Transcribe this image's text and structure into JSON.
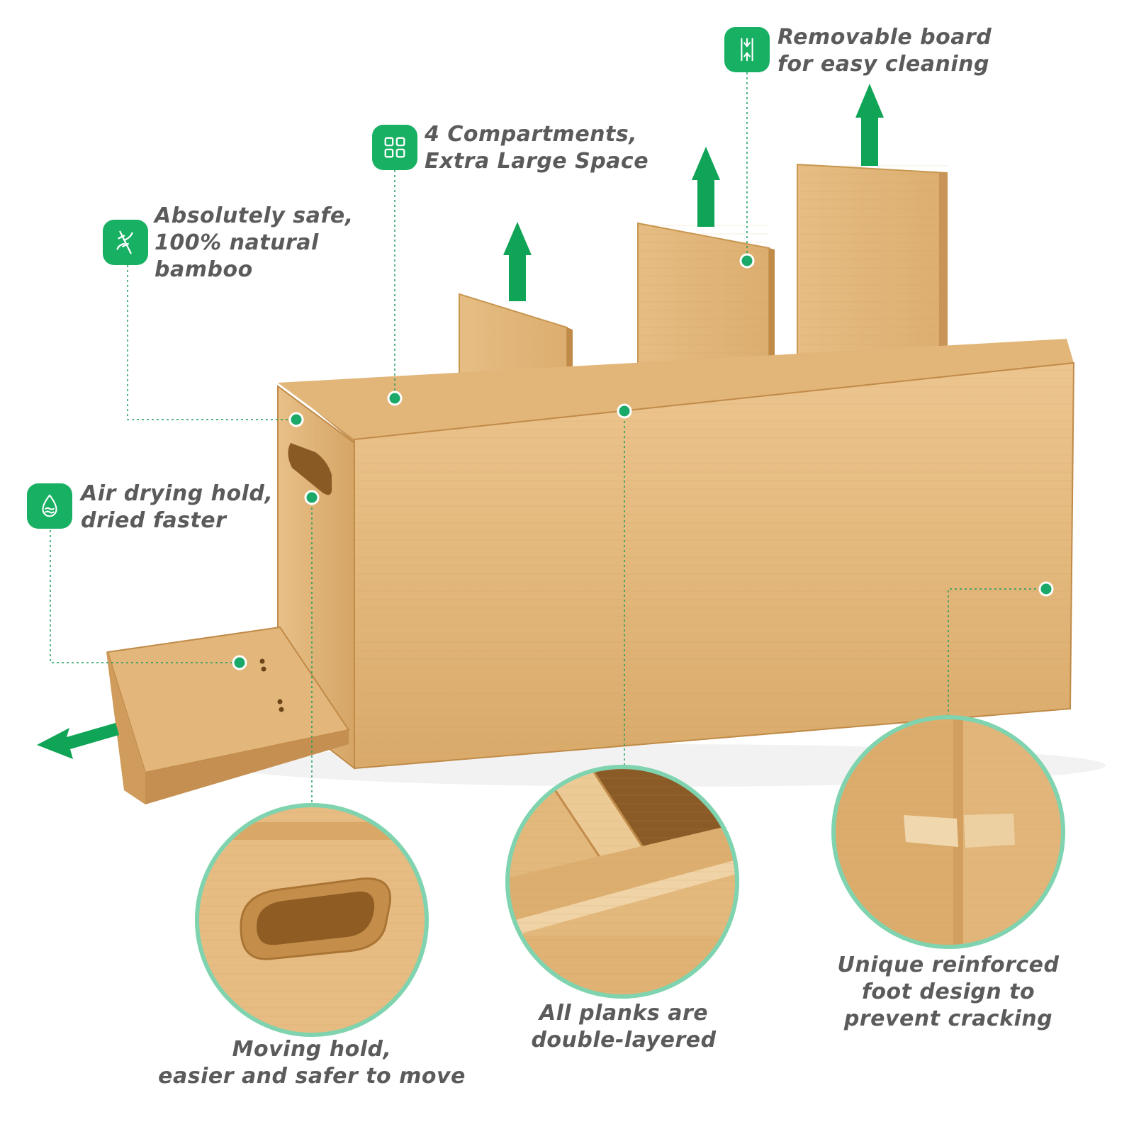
{
  "colors": {
    "accent_green": "#18b063",
    "arrow_green": "#0fa456",
    "circle_border": "#7fd3ae",
    "text_gray": "#5b5b5b",
    "bamboo_light": "#e9c38b",
    "bamboo_mid": "#d8a866",
    "bamboo_dark": "#b98445"
  },
  "features": {
    "removable": {
      "icon": "swap-vertical-icon",
      "lines": [
        "Removable board",
        "for easy cleaning"
      ]
    },
    "compartments": {
      "icon": "grid-four-icon",
      "lines": [
        "4 Compartments,",
        "Extra Large Space"
      ]
    },
    "bamboo": {
      "icon": "bamboo-icon",
      "lines": [
        "Absolutely safe,",
        "100% natural",
        "bamboo"
      ]
    },
    "air_drying": {
      "icon": "water-drop-icon",
      "lines": [
        "Air drying hold,",
        "dried faster"
      ]
    }
  },
  "callouts": {
    "handle": {
      "lines": [
        "Moving hold,",
        "easier and safer to move"
      ]
    },
    "planks": {
      "lines": [
        "All planks are",
        "double-layered"
      ]
    },
    "foot": {
      "lines": [
        "Unique reinforced",
        "foot design to",
        "prevent cracking"
      ]
    }
  }
}
